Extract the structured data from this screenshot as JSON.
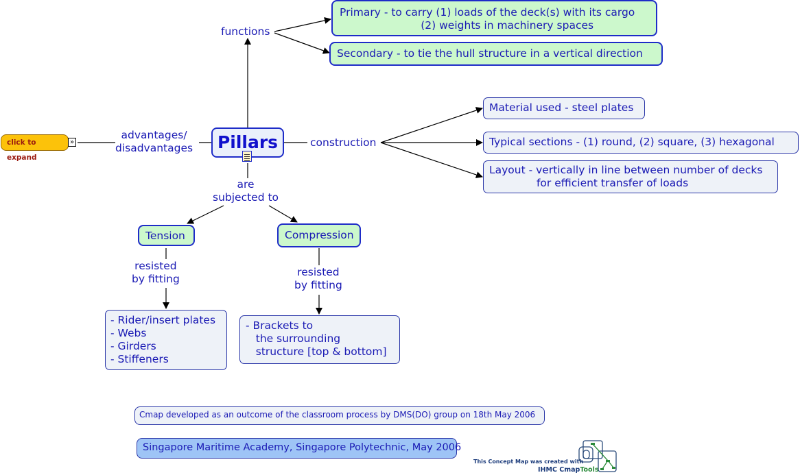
{
  "central_concept": "Pillars",
  "link_labels": {
    "functions": "functions",
    "advantages": "advantages/\ndisadvantages",
    "construction": "construction",
    "subjected": "are\nsubjected to",
    "resisted_tension": "resisted\nby fitting",
    "resisted_compression": "resisted\nby fitting"
  },
  "concepts": {
    "primary": "Primary - to carry (1) loads of the deck(s) with its cargo\n                        (2) weights in machinery spaces",
    "secondary": "Secondary - to tie the hull structure in a vertical direction",
    "material": "Material used - steel plates",
    "sections": "Typical sections - (1) round, (2) square, (3) hexagonal",
    "layout": "Layout - vertically in line between number of decks\n              for efficient transfer of loads",
    "tension": "Tension",
    "compression": "Compression",
    "tension_fittings": "- Rider/insert plates\n- Webs\n- Girders\n- Stiffeners",
    "compression_fittings": "- Brackets to\n   the surrounding\n   structure [top & bottom]"
  },
  "expand_button": {
    "label": "click to expand",
    "icon": "double-chevron-right-icon"
  },
  "footer": {
    "note": "Cmap developed as an outcome of the classroom process by DMS(DO) group on 18th May 2006",
    "credit_org": "Singapore Maritime Academy, Singapore Polytechnic, May 2006",
    "tool_credit_line1": "This Concept Map was created with",
    "tool_credit_ihmc": "IHMC Cmap",
    "tool_credit_tools": "Tools"
  },
  "colors": {
    "text": "#1a1ab4",
    "green_node": "#ccf8cc",
    "pale_node": "#eef2f8",
    "credit_box": "#9ec4f6",
    "expand": "#fcc20a"
  }
}
